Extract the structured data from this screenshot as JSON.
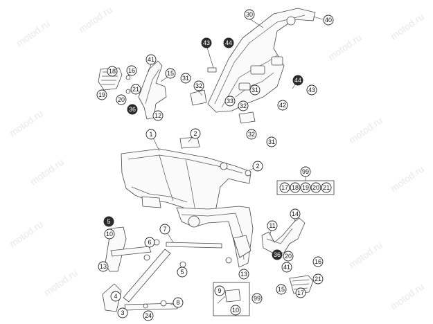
{
  "watermark": "motod.ru",
  "callouts": {
    "c30": "30",
    "c40": "40",
    "c43a": "43",
    "c44a": "44",
    "c41a": "41",
    "c16a": "16",
    "c18a": "18",
    "c15": "15",
    "c31a": "31",
    "c32a": "32",
    "c19": "19",
    "c21a": "21",
    "c20a": "20",
    "c36a": "36",
    "c12": "12",
    "c33": "33",
    "c31b": "31",
    "c44b": "44",
    "c43b": "43",
    "c32b": "32",
    "c42": "42",
    "c1": "1",
    "c2a": "2",
    "c32c": "32",
    "c31c": "31",
    "c2b": "2",
    "c99a": "99",
    "c17": "17",
    "c18b": "18",
    "c19b": "19",
    "c20b": "20",
    "c21b": "21",
    "c14": "14",
    "c5a": "5",
    "c7": "7",
    "c11": "11",
    "c10a": "10",
    "c6": "6",
    "c36b": "36",
    "c13a": "13",
    "c5b": "5",
    "c20c": "20",
    "c16b": "16",
    "c13b": "13",
    "c41b": "41",
    "c21c": "21",
    "c4": "4",
    "c8": "8",
    "c9": "9",
    "c99b": "99",
    "c15b": "15",
    "c17b": "17",
    "c3": "3",
    "c24": "24",
    "c10b": "10"
  }
}
